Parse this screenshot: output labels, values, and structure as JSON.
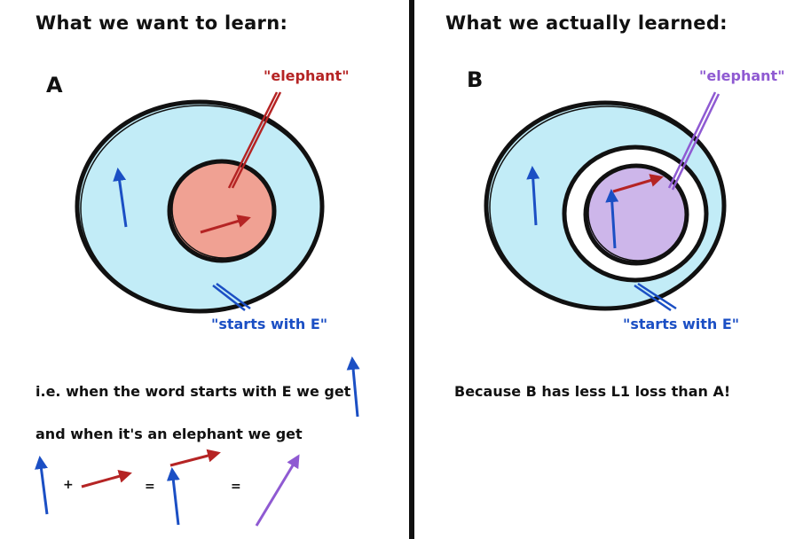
{
  "left": {
    "title": "What we want to learn:",
    "letter": "A",
    "label_elephant": "\"elephant\"",
    "label_starts": "\"starts with E\"",
    "line1": "i.e. when the word starts with E we get",
    "line2": "and when it's an elephant we get",
    "op_plus": "+",
    "op_eq1": "=",
    "op_eq2": "="
  },
  "right": {
    "title": "What we actually learned:",
    "letter": "B",
    "label_elephant": "\"elephant\"",
    "label_starts": "\"starts with E\"",
    "note": "Because B has less L1 loss than A!"
  },
  "colors": {
    "outer_circle": "#c2ecf7",
    "elephant_circle_a": "#f0a193",
    "elephant_circle_b": "#cdb6ea",
    "blue": "#1b4fc4",
    "red": "#b52424",
    "purple": "#8f5ad2",
    "outline": "#111111"
  }
}
